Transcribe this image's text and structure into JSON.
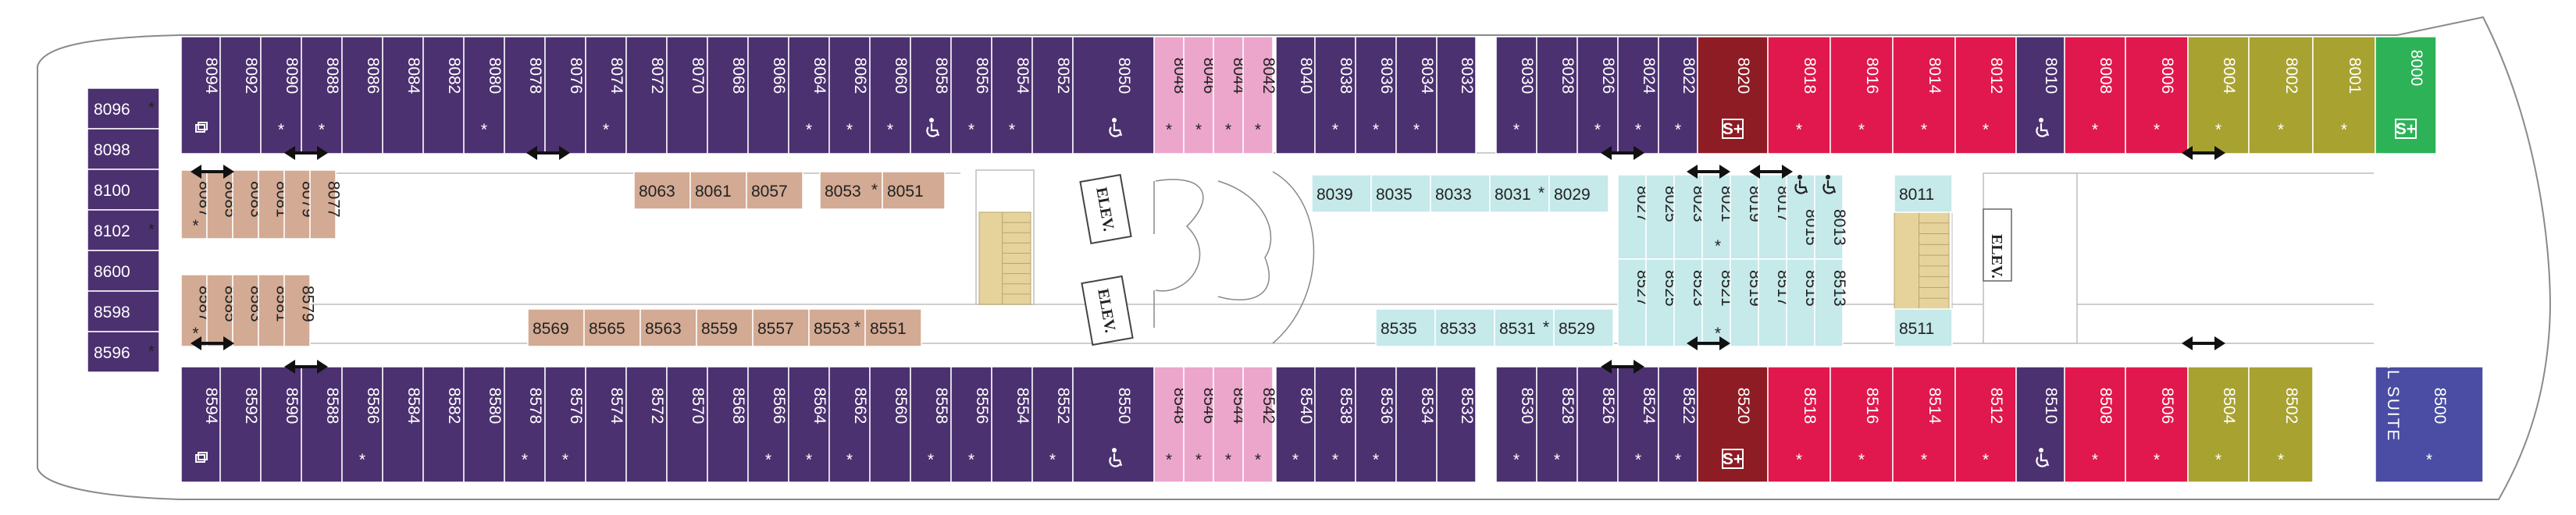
{
  "colors": {
    "interior": "#c6e9ea",
    "oceanview": "#d3aa93",
    "balcony": "#4c3170",
    "spa": "#eca6cc",
    "concierge": "#e0184d",
    "sky_suite": "#8e1c24",
    "celebrity_suite": "#a8a231",
    "penthouse": "#2db258",
    "royal_suite": "#4a4da3",
    "stair": "#e6d29b"
  },
  "labels": {
    "elev": "ELEV.",
    "royal_suite": "ROYAL SUITE",
    "asterisk": "*"
  },
  "cabins_top": [
    {
      "n": "8094",
      "t": "balcony",
      "m": "sofa"
    },
    {
      "n": "8092",
      "t": "balcony"
    },
    {
      "n": "8090",
      "t": "balcony",
      "m": "*"
    },
    {
      "n": "8088",
      "t": "balcony",
      "m": "*"
    },
    {
      "n": "8086",
      "t": "balcony"
    },
    {
      "n": "8084",
      "t": "balcony"
    },
    {
      "n": "8082",
      "t": "balcony"
    },
    {
      "n": "8080",
      "t": "balcony",
      "m": "*"
    },
    {
      "n": "8078",
      "t": "balcony"
    },
    {
      "n": "8076",
      "t": "balcony"
    },
    {
      "n": "8074",
      "t": "balcony",
      "m": "*"
    },
    {
      "n": "8072",
      "t": "balcony"
    },
    {
      "n": "8070",
      "t": "balcony"
    },
    {
      "n": "8068",
      "t": "balcony"
    },
    {
      "n": "8066",
      "t": "balcony"
    },
    {
      "n": "8064",
      "t": "balcony",
      "m": "*"
    },
    {
      "n": "8062",
      "t": "balcony",
      "m": "*"
    },
    {
      "n": "8060",
      "t": "balcony",
      "m": "*"
    },
    {
      "n": "8058",
      "t": "balcony",
      "m": "acc"
    },
    {
      "n": "8056",
      "t": "balcony",
      "m": "*"
    },
    {
      "n": "8054",
      "t": "balcony",
      "m": "*"
    },
    {
      "n": "8052",
      "t": "balcony"
    },
    {
      "n": "8050",
      "t": "balcony",
      "m": "acc"
    },
    {
      "n": "8048",
      "t": "spa",
      "m": "*"
    },
    {
      "n": "8046",
      "t": "spa",
      "m": "*"
    },
    {
      "n": "8044",
      "t": "spa",
      "m": "*"
    },
    {
      "n": "8042",
      "t": "spa",
      "m": "*"
    },
    {
      "n": "8040",
      "t": "balcony"
    },
    {
      "n": "8038",
      "t": "balcony",
      "m": "*"
    },
    {
      "n": "8036",
      "t": "balcony",
      "m": "*"
    },
    {
      "n": "8034",
      "t": "balcony",
      "m": "*"
    },
    {
      "n": "8032",
      "t": "balcony"
    },
    {
      "n": "8030",
      "t": "balcony",
      "m": "*"
    },
    {
      "n": "8028",
      "t": "balcony"
    },
    {
      "n": "8026",
      "t": "balcony",
      "m": "*"
    },
    {
      "n": "8024",
      "t": "balcony",
      "m": "*"
    },
    {
      "n": "8022",
      "t": "balcony",
      "m": "*"
    },
    {
      "n": "8020",
      "t": "sky_suite",
      "m": "S+"
    },
    {
      "n": "8018",
      "t": "concierge",
      "m": "*"
    },
    {
      "n": "8016",
      "t": "concierge",
      "m": "*"
    },
    {
      "n": "8014",
      "t": "concierge",
      "m": "*"
    },
    {
      "n": "8012",
      "t": "concierge",
      "m": "*"
    },
    {
      "n": "8010",
      "t": "balcony",
      "m": "acc"
    },
    {
      "n": "8008",
      "t": "concierge",
      "m": "*"
    },
    {
      "n": "8006",
      "t": "concierge",
      "m": "*"
    },
    {
      "n": "8004",
      "t": "celebrity_suite",
      "m": "*"
    },
    {
      "n": "8002",
      "t": "celebrity_suite",
      "m": "*"
    },
    {
      "n": "8001",
      "t": "celebrity_suite",
      "m": "*"
    },
    {
      "n": "8000",
      "t": "penthouse",
      "m": "S+"
    }
  ],
  "cabins_bottom": [
    {
      "n": "8594",
      "t": "balcony",
      "m": "sofa"
    },
    {
      "n": "8592",
      "t": "balcony"
    },
    {
      "n": "8590",
      "t": "balcony"
    },
    {
      "n": "8588",
      "t": "balcony"
    },
    {
      "n": "8586",
      "t": "balcony",
      "m": "*"
    },
    {
      "n": "8584",
      "t": "balcony"
    },
    {
      "n": "8582",
      "t": "balcony"
    },
    {
      "n": "8580",
      "t": "balcony"
    },
    {
      "n": "8578",
      "t": "balcony",
      "m": "*"
    },
    {
      "n": "8576",
      "t": "balcony",
      "m": "*"
    },
    {
      "n": "8574",
      "t": "balcony"
    },
    {
      "n": "8572",
      "t": "balcony"
    },
    {
      "n": "8570",
      "t": "balcony"
    },
    {
      "n": "8568",
      "t": "balcony"
    },
    {
      "n": "8566",
      "t": "balcony",
      "m": "*"
    },
    {
      "n": "8564",
      "t": "balcony",
      "m": "*"
    },
    {
      "n": "8562",
      "t": "balcony",
      "m": "*"
    },
    {
      "n": "8560",
      "t": "balcony"
    },
    {
      "n": "8558",
      "t": "balcony",
      "m": "*"
    },
    {
      "n": "8556",
      "t": "balcony",
      "m": "*"
    },
    {
      "n": "8554",
      "t": "balcony"
    },
    {
      "n": "8552",
      "t": "balcony",
      "m": "*"
    },
    {
      "n": "8550",
      "t": "balcony",
      "m": "acc"
    },
    {
      "n": "8548",
      "t": "spa",
      "m": "*"
    },
    {
      "n": "8546",
      "t": "spa",
      "m": "*"
    },
    {
      "n": "8544",
      "t": "spa",
      "m": "*"
    },
    {
      "n": "8542",
      "t": "spa",
      "m": "*"
    },
    {
      "n": "8540",
      "t": "balcony",
      "m": "*"
    },
    {
      "n": "8538",
      "t": "balcony",
      "m": "*"
    },
    {
      "n": "8536",
      "t": "balcony",
      "m": "*"
    },
    {
      "n": "8534",
      "t": "balcony"
    },
    {
      "n": "8532",
      "t": "balcony"
    },
    {
      "n": "8530",
      "t": "balcony",
      "m": "*"
    },
    {
      "n": "8528",
      "t": "balcony",
      "m": "*"
    },
    {
      "n": "8526",
      "t": "balcony"
    },
    {
      "n": "8524",
      "t": "balcony",
      "m": "*"
    },
    {
      "n": "8522",
      "t": "balcony",
      "m": "*"
    },
    {
      "n": "8520",
      "t": "sky_suite",
      "m": "S+"
    },
    {
      "n": "8518",
      "t": "concierge",
      "m": "*"
    },
    {
      "n": "8516",
      "t": "concierge",
      "m": "*"
    },
    {
      "n": "8514",
      "t": "concierge",
      "m": "*"
    },
    {
      "n": "8512",
      "t": "concierge",
      "m": "*"
    },
    {
      "n": "8510",
      "t": "balcony",
      "m": "acc"
    },
    {
      "n": "8508",
      "t": "concierge",
      "m": "*"
    },
    {
      "n": "8506",
      "t": "concierge",
      "m": "*"
    },
    {
      "n": "8504",
      "t": "celebrity_suite",
      "m": "*"
    },
    {
      "n": "8502",
      "t": "celebrity_suite",
      "m": "*"
    },
    {
      "n": "8500",
      "t": "royal_suite",
      "m": "*"
    }
  ],
  "cabins_stern": [
    {
      "n": "8096",
      "m": "*"
    },
    {
      "n": "8098"
    },
    {
      "n": "8100"
    },
    {
      "n": "8102",
      "m": "*"
    },
    {
      "n": "8600"
    },
    {
      "n": "8598"
    },
    {
      "n": "8596",
      "m": "*"
    }
  ],
  "ov_vertical_upper": [
    {
      "n": "8087",
      "m": "*"
    },
    {
      "n": "8085"
    },
    {
      "n": "8083"
    },
    {
      "n": "8081"
    },
    {
      "n": "8079"
    },
    {
      "n": "8077"
    }
  ],
  "ov_vertical_lower": [
    {
      "n": "8587",
      "m": "*"
    },
    {
      "n": "8585"
    },
    {
      "n": "8583"
    },
    {
      "n": "8581"
    },
    {
      "n": "8579"
    }
  ],
  "ov_row_upper_a": [
    {
      "n": "8063"
    },
    {
      "n": "8061"
    },
    {
      "n": "8057"
    }
  ],
  "ov_row_upper_b": [
    {
      "n": "8053",
      "m": "*"
    },
    {
      "n": "8051"
    }
  ],
  "ov_row_lower": [
    {
      "n": "8569"
    },
    {
      "n": "8565"
    },
    {
      "n": "8563"
    },
    {
      "n": "8559"
    },
    {
      "n": "8557"
    },
    {
      "n": "8553",
      "m": "*"
    },
    {
      "n": "8551"
    }
  ],
  "int_row_top": [
    {
      "n": "8039"
    },
    {
      "n": "8035"
    },
    {
      "n": "8033"
    },
    {
      "n": "8031",
      "m": "*"
    },
    {
      "n": "8029"
    }
  ],
  "int_row_bottom": [
    {
      "n": "8535"
    },
    {
      "n": "8533"
    },
    {
      "n": "8531",
      "m": "*"
    },
    {
      "n": "8529"
    }
  ],
  "int_vertical_upper": [
    {
      "n": "8027"
    },
    {
      "n": "8025"
    },
    {
      "n": "8023"
    },
    {
      "n": "8021",
      "m": "*"
    },
    {
      "n": "8019"
    },
    {
      "n": "8017"
    },
    {
      "n": "8015",
      "m": "acc"
    },
    {
      "n": "8013",
      "m": "acc"
    }
  ],
  "int_vertical_lower": [
    {
      "n": "8527"
    },
    {
      "n": "8525"
    },
    {
      "n": "8523"
    },
    {
      "n": "8521",
      "m": "*"
    },
    {
      "n": "8519"
    },
    {
      "n": "8517"
    },
    {
      "n": "8515"
    },
    {
      "n": "8513"
    }
  ],
  "int_aft": [
    {
      "n": "8011"
    },
    {
      "n": "8511"
    }
  ]
}
